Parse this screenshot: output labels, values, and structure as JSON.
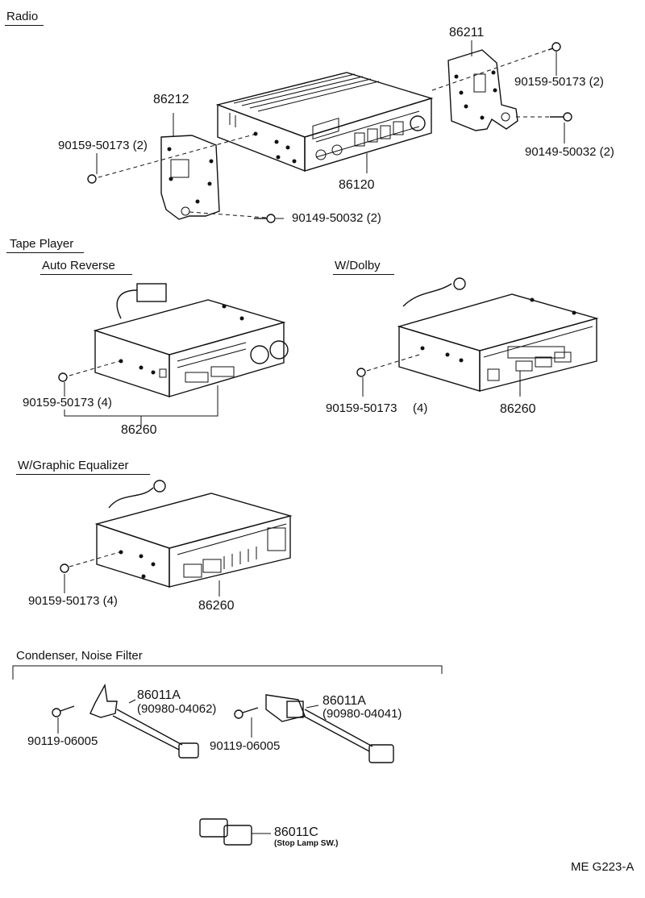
{
  "sections": {
    "radio": "Radio",
    "tape_player": "Tape Player",
    "auto_reverse": "Auto Reverse",
    "w_dolby": "W/Dolby",
    "w_graphic_equalizer": "W/Graphic Equalizer",
    "condenser_noise_filter": "Condenser, Noise Filter"
  },
  "radio": {
    "bracket_right": "86211",
    "bracket_left": "86212",
    "radio_unit": "86120",
    "screw_right_top": "90159-50173 (2)",
    "bolt_right": "90149-50032 (2)",
    "screw_left": "90159-50173 (2)",
    "bolt_bottom": "90149-50032 (2)"
  },
  "tape_player": {
    "auto_reverse_screw": "90159-50173 (4)",
    "auto_reverse_unit": "86260",
    "dolby_screw": "90159-50173",
    "dolby_screw_qty": "(4)",
    "dolby_unit": "86260"
  },
  "equalizer": {
    "screw": "90159-50173 (4)",
    "unit": "86260"
  },
  "condenser": {
    "left_part": "86011A",
    "left_sub": "(90980-04062)",
    "left_screw": "90119-06005",
    "mid_screw": "90119-06005",
    "right_part": "86011A",
    "right_sub": "(90980-04041)",
    "bottom_part": "86011C",
    "bottom_note": "(Stop Lamp SW.)"
  },
  "footer": {
    "code": "ME G223-A"
  }
}
